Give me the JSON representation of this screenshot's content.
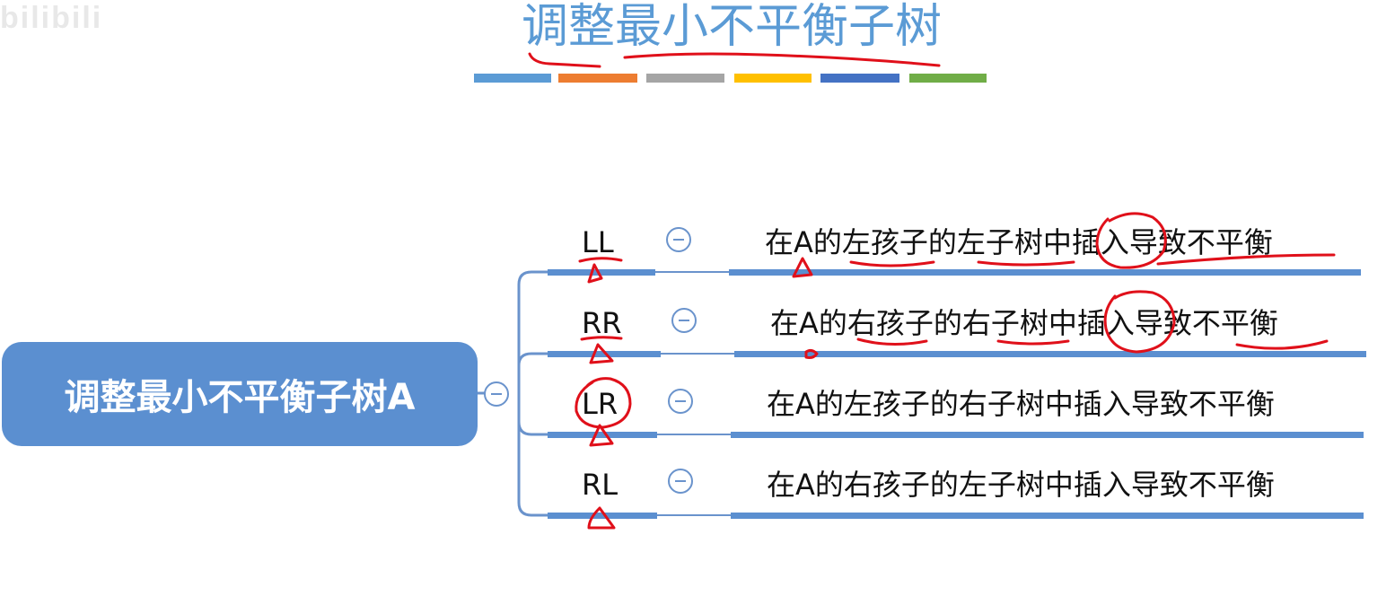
{
  "watermark": "bilibili",
  "title": "调整最小不平衡子树",
  "title_bar_colors": [
    "#5b9bd5",
    "#ed7d31",
    "#a5a5a5",
    "#ffc000",
    "#4472c4",
    "#70ad47"
  ],
  "root": {
    "label": "调整最小不平衡子树A",
    "color": "#5b8fd0"
  },
  "branches": [
    {
      "label": "LL",
      "description": "在A的左孩子的左子树中插入导致不平衡"
    },
    {
      "label": "RR",
      "description": "在A的右孩子的右子树中插入导致不平衡"
    },
    {
      "label": "LR",
      "description": "在A的左孩子的右子树中插入导致不平衡"
    },
    {
      "label": "RL",
      "description": "在A的右孩子的左子树中插入导致不平衡"
    }
  ],
  "annotation_color": "#e0101a"
}
